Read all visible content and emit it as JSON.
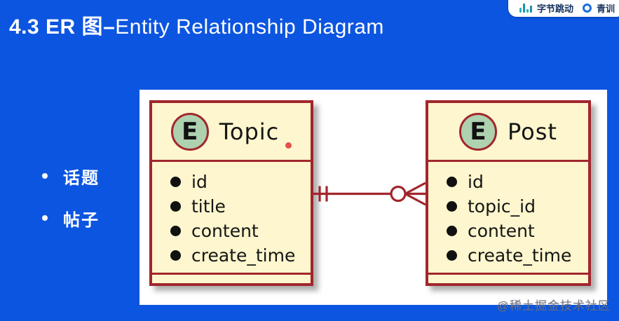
{
  "title": {
    "bold": "4.3 ER 图",
    "dash": "–",
    "rest": "Entity Relationship Diagram"
  },
  "header_badge": {
    "bytedance_label": "字节跳动",
    "camp_label": "青训",
    "bar_chart_icon": "bytedance-bar-chart-icon",
    "ring_icon": "blue-ring-icon"
  },
  "bullet_list": {
    "items": [
      "话题",
      "帖子"
    ]
  },
  "diagram": {
    "entities": [
      {
        "stereotype": "E",
        "name": "Topic",
        "fields": [
          "id",
          "title",
          "content",
          "create_time"
        ]
      },
      {
        "stereotype": "E",
        "name": "Post",
        "fields": [
          "id",
          "topic_id",
          "content",
          "create_time"
        ]
      }
    ],
    "relationship": {
      "from": "Topic",
      "to": "Post",
      "from_notation": "exactly-one-double-tick",
      "to_notation": "zero-or-many-ring-crowfoot"
    }
  },
  "watermark": "@稀土掘金技术社区",
  "colors": {
    "background_blue": "#0c55e0",
    "panel_white": "#ffffff",
    "entity_fill": "#fdf6ce",
    "entity_border": "#a1262d",
    "stereotype_circle_fill": "#aed1af",
    "title_text": "#ffffff",
    "badge_teal": "#2ab6b0",
    "badge_ring_blue": "#1d6fe8",
    "red_marker": "#e0524a"
  }
}
